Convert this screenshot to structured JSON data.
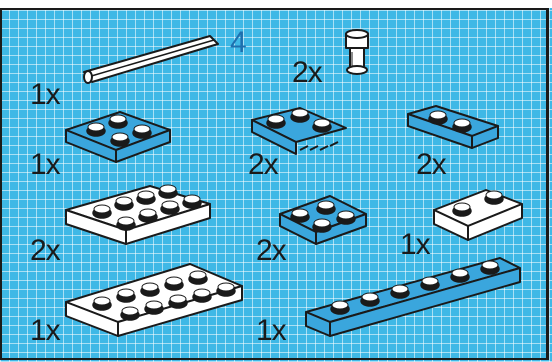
{
  "step_number": "4",
  "colors": {
    "background": "#3fb8e6",
    "gridline": "#ffffff",
    "brick_blue": "#3aa6dd",
    "brick_white": "#ffffff",
    "outline": "#1a1a1a",
    "step_number": "#1e6fae"
  },
  "parts": [
    {
      "qty": "1x",
      "shape": "axle",
      "color": "white"
    },
    {
      "qty": "2x",
      "shape": "pin-connector",
      "color": "white"
    },
    {
      "qty": "1x",
      "shape": "plate-2x2",
      "color": "blue"
    },
    {
      "qty": "2x",
      "shape": "plate-1x2-with-grille",
      "color": "blue"
    },
    {
      "qty": "2x",
      "shape": "plate-1x2",
      "color": "blue"
    },
    {
      "qty": "2x",
      "shape": "plate-2x4",
      "color": "white"
    },
    {
      "qty": "2x",
      "shape": "plate-2x2",
      "color": "blue"
    },
    {
      "qty": "1x",
      "shape": "plate-1x2",
      "color": "white"
    },
    {
      "qty": "1x",
      "shape": "plate-2x6",
      "color": "white"
    },
    {
      "qty": "1x",
      "shape": "plate-1x6",
      "color": "blue"
    }
  ]
}
